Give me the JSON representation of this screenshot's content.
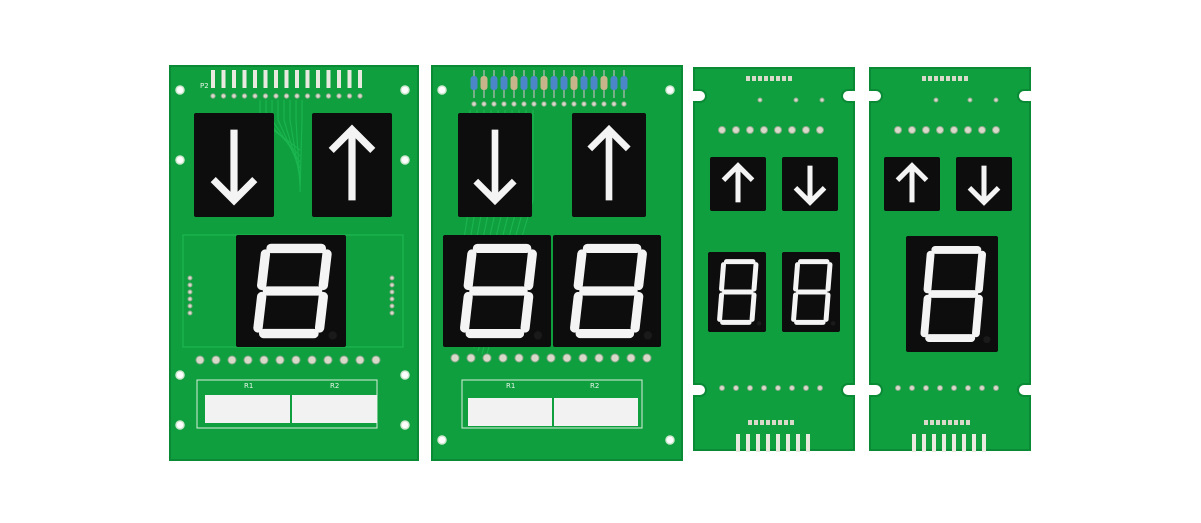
{
  "scene": {
    "background": "#ffffff",
    "watermark": "",
    "colors": {
      "board": "#0f9f3f",
      "board_edge": "#0a8a35",
      "trace": "#1cb650",
      "pad": "#d9d9c9",
      "module": "#0d0d0d",
      "segment_on": "#f4f4f4",
      "segment_off": "#1a1a1a",
      "connector": "#f2f2f2",
      "resistor": "#4a86c8"
    }
  },
  "boards": [
    {
      "name": "board-1",
      "arrows": [
        "down-arrow-icon",
        "up-arrow-icon"
      ],
      "digits": [
        "8"
      ],
      "connector_blocks": 2,
      "silk_labels": [
        "P2",
        "R1",
        "R2"
      ]
    },
    {
      "name": "board-2",
      "arrows": [
        "down-arrow-icon",
        "up-arrow-icon"
      ],
      "digits": [
        "8",
        "8"
      ],
      "connector_blocks": 2,
      "silk_labels": [
        "R1",
        "R2"
      ]
    },
    {
      "name": "board-3",
      "arrows": [
        "up-arrow-icon",
        "down-arrow-icon"
      ],
      "digits": [
        "8",
        "8"
      ],
      "connector_blocks": 0,
      "silk_labels": []
    },
    {
      "name": "board-4",
      "arrows": [
        "up-arrow-icon",
        "down-arrow-icon"
      ],
      "digits": [
        "8"
      ],
      "connector_blocks": 0,
      "silk_labels": []
    }
  ]
}
